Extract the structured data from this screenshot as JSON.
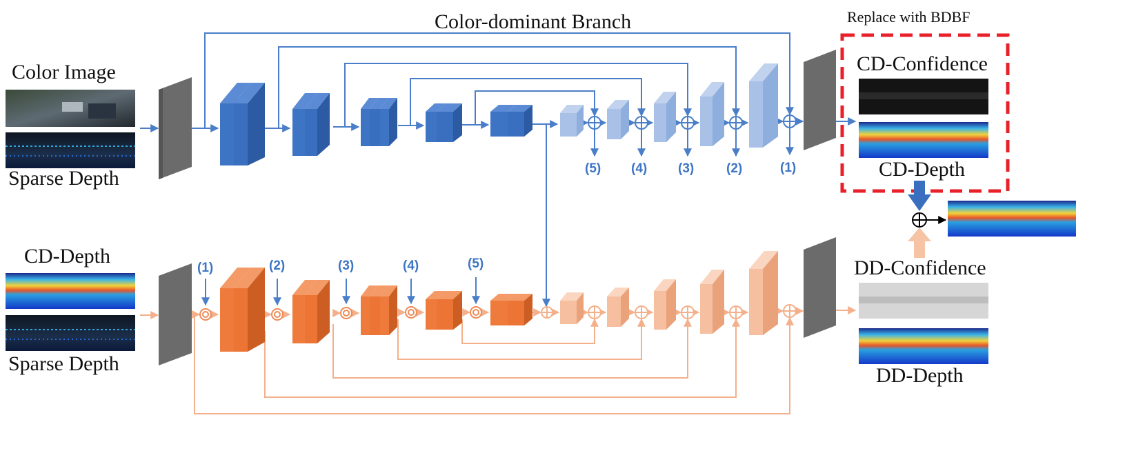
{
  "title": "Color-dominant Branch",
  "replace_label": "Replace with BDBF",
  "inputs": {
    "top_title": "Color Image",
    "top_sub": "Sparse Depth",
    "bottom_title": "CD-Depth",
    "bottom_sub": "Sparse Depth"
  },
  "outputs": {
    "cd_confidence": "CD-Confidence",
    "cd_depth": "CD-Depth",
    "dd_confidence": "DD-Confidence",
    "dd_depth": "DD-Depth"
  },
  "skip_indices": [
    "(5)",
    "(4)",
    "(3)",
    "(2)",
    "(1)"
  ],
  "guide_indices": [
    "(1)",
    "(2)",
    "(3)",
    "(4)",
    "(5)"
  ],
  "colors": {
    "blue_line": "#4a7ec8",
    "blue_dark": "#3a6fbf",
    "blue_light": "#9db8e0",
    "orange_dark": "#ee7a3b",
    "orange_light": "#f6bf9f",
    "orange_line": "#f4b08a",
    "gray_block": "#6b6b6b",
    "dash_red": "#e8202a"
  }
}
